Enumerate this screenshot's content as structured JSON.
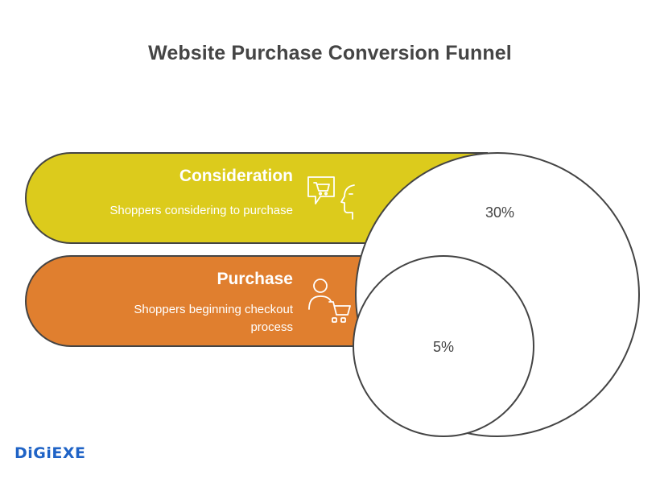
{
  "title": "Website Purchase Conversion Funnel",
  "stages": [
    {
      "label": "Consideration",
      "description_lines": [
        "Shoppers considering to purchase"
      ],
      "percent": "30%",
      "color": "#dccb1c",
      "icon": "shopping-cart-speech-icon"
    },
    {
      "label": "Purchase",
      "description_lines": [
        "Shoppers beginning checkout",
        "process"
      ],
      "percent": "5%",
      "color": "#e07f2f",
      "icon": "person-cart-icon"
    }
  ],
  "logo": "DiGiEXE",
  "colors": {
    "title": "#454545",
    "outline": "#444444",
    "logo": "#1f63c6"
  }
}
